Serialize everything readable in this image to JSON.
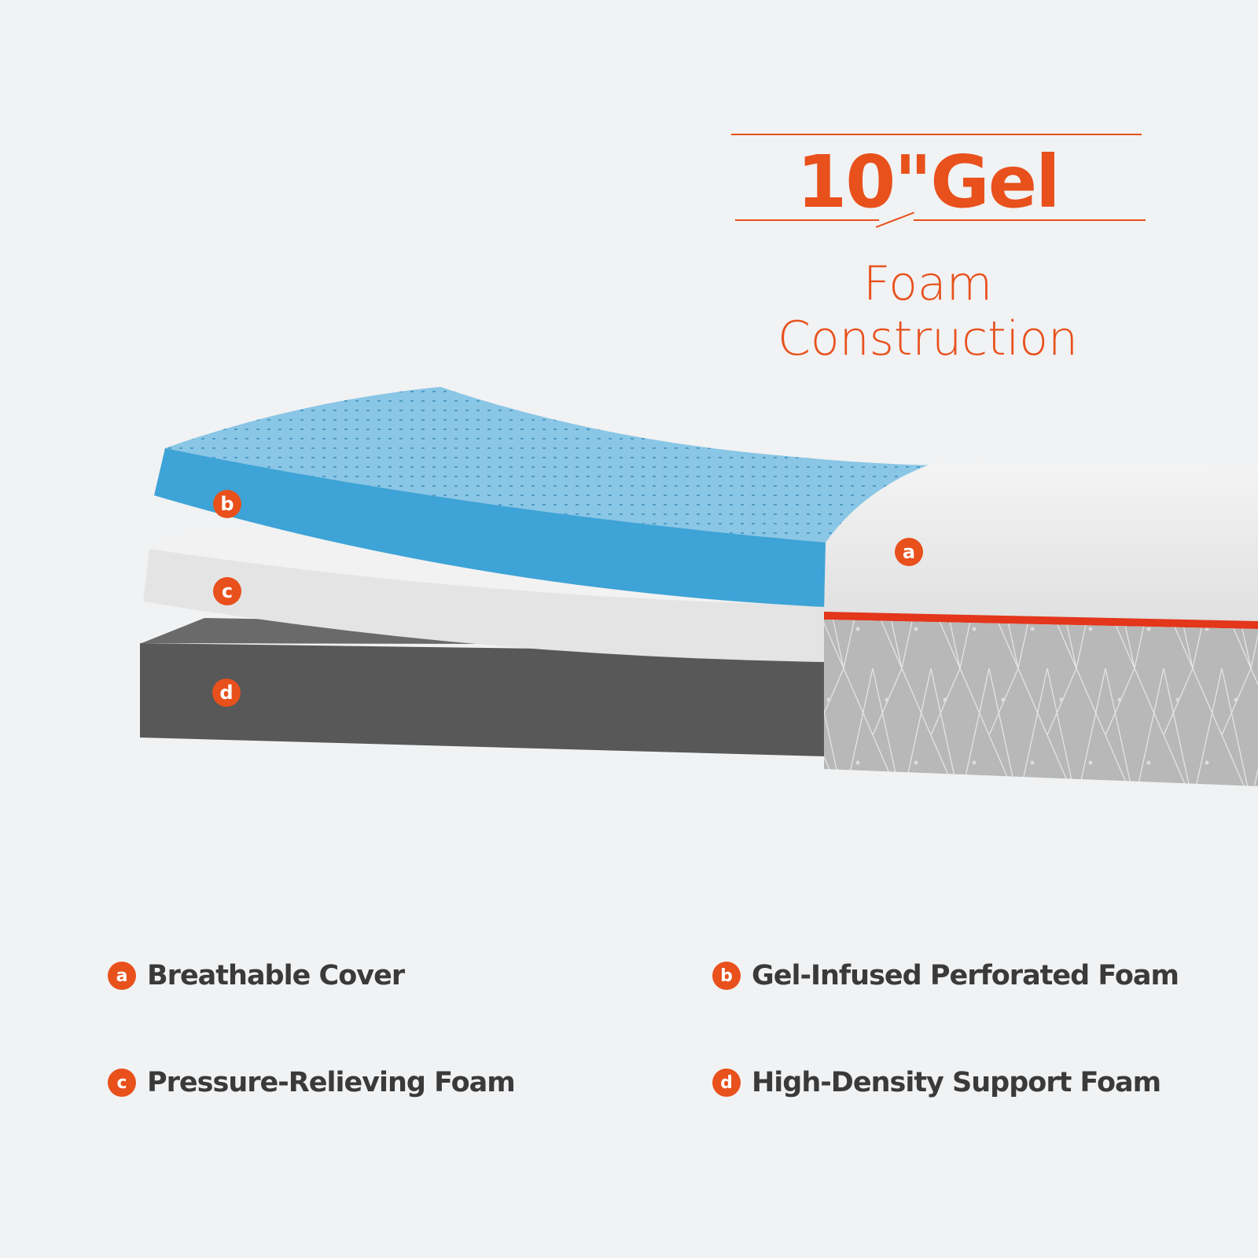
{
  "header": {
    "title": "10\"Gel",
    "subtitle": "Foam Construction"
  },
  "colors": {
    "accent": "#e8501c",
    "gel_foam": "#3ea3d6",
    "comfort_foam": "#e6e6e6",
    "support_foam": "#585858",
    "cover_side": "#b9b9b9"
  },
  "diagram": {
    "badges": {
      "a": "a",
      "b": "b",
      "c": "c",
      "d": "d"
    }
  },
  "legend": [
    {
      "key": "a",
      "label": "Breathable Cover"
    },
    {
      "key": "b",
      "label": "Gel-Infused Perforated Foam"
    },
    {
      "key": "c",
      "label": "Pressure-Relieving Foam"
    },
    {
      "key": "d",
      "label": "High-Density Support Foam"
    }
  ]
}
